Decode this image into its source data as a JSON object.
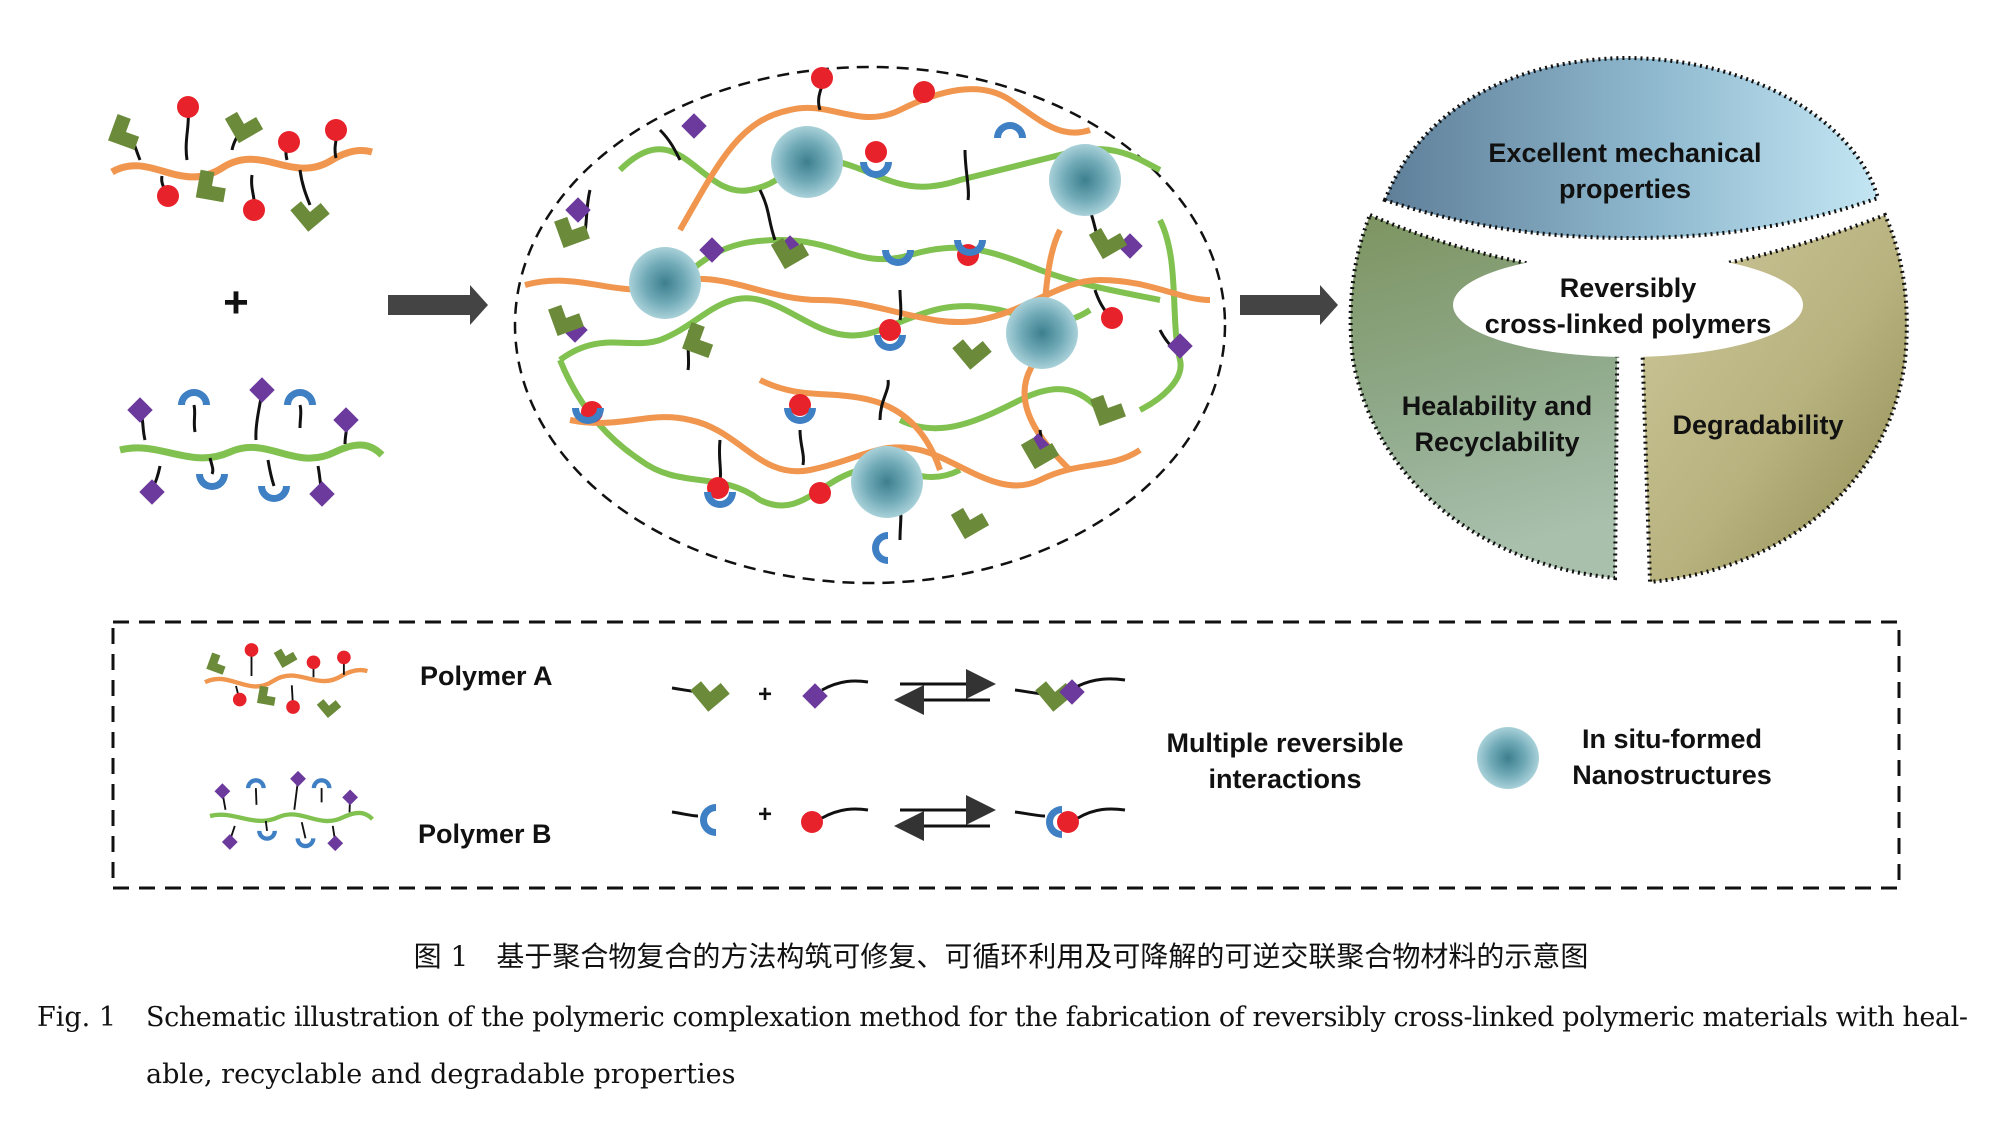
{
  "petal_labels": {
    "mechanical_line1": "Excellent mechanical",
    "mechanical_line2": "properties",
    "healability_line1": "Healability and",
    "healability_line2": "Recyclability",
    "degradability": "Degradability",
    "center_line1": "Reversibly",
    "center_line2": "cross-linked polymers"
  },
  "plus_sign": "+",
  "legend": {
    "polymer_a": "Polymer A",
    "polymer_b": "Polymer B",
    "plus": "+",
    "interactions_line1": "Multiple reversible",
    "interactions_line2": "interactions",
    "nano_line1": "In situ-formed",
    "nano_line2": "Nanostructures"
  },
  "caption": {
    "chinese": "图 1　基于聚合物复合的方法构筑可修复、可循环利用及可降解的可逆交联聚合物材料的示意图",
    "english_prefix": "Fig. 1",
    "english_line1": "Schematic illustration of the polymeric complexation method for the fabrication of reversibly cross-linked polymeric materials with heal-",
    "english_line2": "able, recyclable and degradable properties"
  },
  "colors": {
    "polymer_a_chain": "#f0964f",
    "polymer_b_chain": "#80c150",
    "red_group": "#e8222a",
    "green_group": "#6b8a3a",
    "purple_group": "#6c3a9c",
    "blue_group": "#3f7fc4",
    "nanoparticle": "#6fa9b6",
    "arrow": "#444444"
  }
}
